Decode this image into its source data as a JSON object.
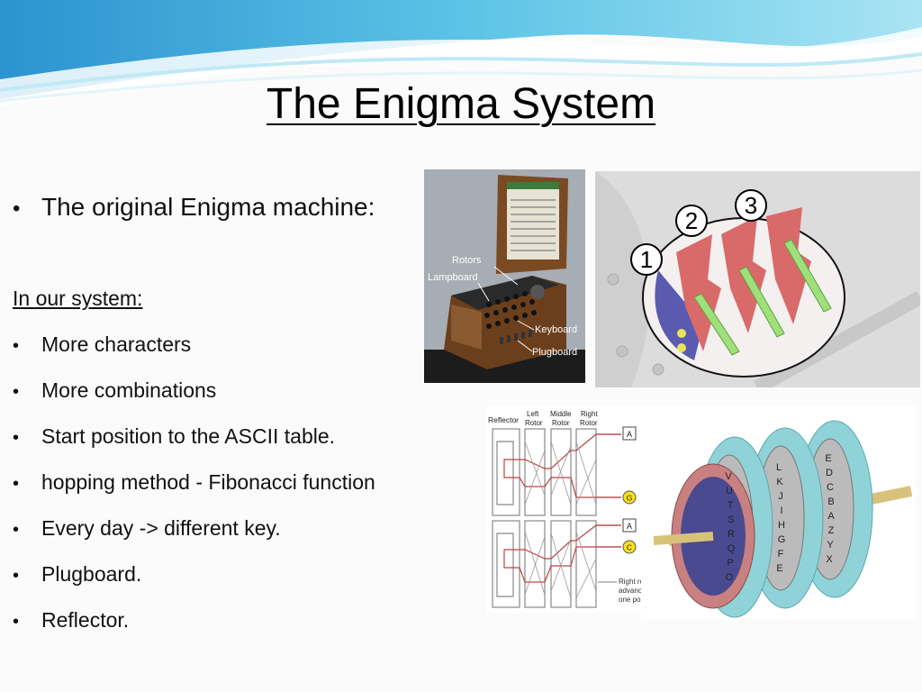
{
  "slide": {
    "title": "The Enigma System",
    "first_bullet": "The original Enigma machine:",
    "subheading": "In our system:",
    "bullets": [
      "More characters",
      "More combinations",
      "Start position to the ASCII table.",
      "hopping method - Fibonacci function",
      "Every day -> different key.",
      "Plugboard.",
      "Reflector."
    ],
    "bullet_glyph": "•"
  },
  "photo_labels": {
    "rotors": "Rotors",
    "lampboard": "Lampboard",
    "keyboard": "Keyboard",
    "plugboard": "Plugboard"
  },
  "rotor_numbers": [
    "1",
    "2",
    "3"
  ],
  "wiring_diagram": {
    "reflector": "Reflector",
    "left_rotor": [
      "Left",
      "Rotor"
    ],
    "middle_rotor": [
      "Middle",
      "Rotor"
    ],
    "right_rotor": [
      "Right",
      "Rotor"
    ],
    "key_a1": "A",
    "lamp_g": "G",
    "key_a2": "A",
    "lamp_c": "C",
    "note": [
      "Right rotor",
      "advanced",
      "one position"
    ]
  },
  "rotor_letters": {
    "left": [
      "V",
      "U",
      "T",
      "S",
      "R",
      "Q",
      "P",
      "O"
    ],
    "middle": [
      "L",
      "K",
      "J",
      "I",
      "H",
      "G",
      "F",
      "E"
    ],
    "right": [
      "E",
      "D",
      "C",
      "B",
      "A",
      "Z",
      "Y",
      "X"
    ]
  },
  "colors": {
    "title": "#000000",
    "rotor_teal": "#8fd3d8",
    "rotor_red": "#c97a7a",
    "lamp_yellow": "#f6e11a",
    "wave_blue": "#3aa7d8"
  }
}
